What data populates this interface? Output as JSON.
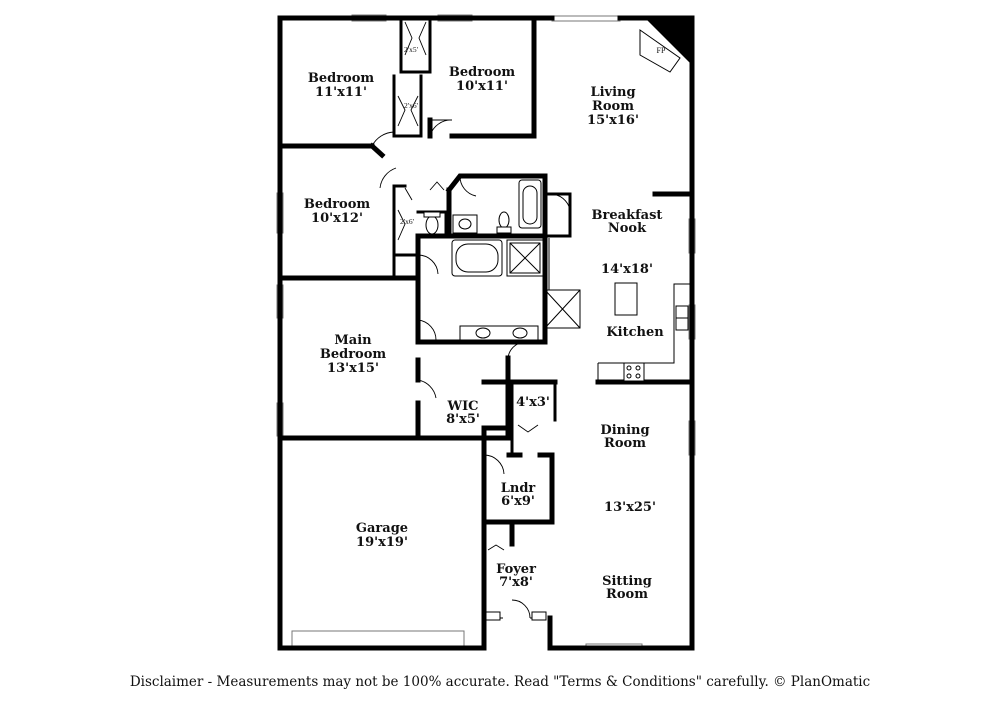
{
  "rooms": {
    "bedroom_2": {
      "name": "Bedroom",
      "dims": "11'x11'"
    },
    "bedroom_3": {
      "name": "Bedroom",
      "dims": "10'x11'"
    },
    "living_room": {
      "name_line1": "Living",
      "name_line2": "Room",
      "dims": "15'x16'"
    },
    "bedroom_4": {
      "name": "Bedroom",
      "dims": "10'x12'"
    },
    "breakfast_nook": {
      "name_line1": "Breakfast",
      "name_line2": "Nook",
      "dims": "14'x18'"
    },
    "kitchen": {
      "name": "Kitchen"
    },
    "main_bedroom": {
      "name_line1": "Main",
      "name_line2": "Bedroom",
      "dims": "13'x15'"
    },
    "wic": {
      "name": "WIC",
      "dims": "8'x5'"
    },
    "closet_4x3": {
      "dims": "4'x3'"
    },
    "dining_room": {
      "name_line1": "Dining",
      "name_line2": "Room",
      "dims": "13'x25'"
    },
    "laundry": {
      "name": "Lndr",
      "dims": "6'x9'"
    },
    "garage": {
      "name": "Garage",
      "dims": "19'x19'"
    },
    "foyer": {
      "name": "Foyer",
      "dims": "7'x8'"
    },
    "sitting_room": {
      "name_line1": "Sitting",
      "name_line2": "Room"
    }
  },
  "closets": {
    "c1": "2'x5'",
    "c2": "2'x6'",
    "c3": "2'x6'"
  },
  "fireplace": "FP",
  "disclaimer": "Disclaimer - Measurements may not be 100% accurate. Read \"Terms & Conditions\" carefully. © PlanOmatic"
}
